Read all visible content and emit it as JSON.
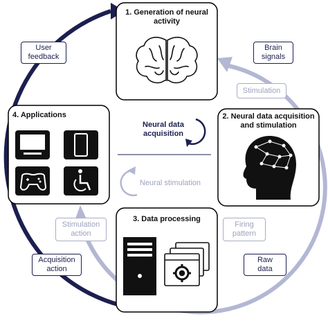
{
  "boxes": {
    "generation": "1. Generation of neural\nactivity",
    "acquisition": "2. Neural data acquisition\nand stimulation",
    "processing": "3. Data processing",
    "applications": "4. Applications"
  },
  "labels": {
    "user_feedback": "User\nfeedback",
    "brain_signals": "Brain\nsignals",
    "stimulation": "Stimulation",
    "stimulation_action": "Stimulation\naction",
    "firing_pattern": "Firing\npattern",
    "acquisition_action": "Acquisition\naction",
    "raw_data": "Raw\ndata"
  },
  "center": {
    "neural_data_acquisition": "Neural data\nacquisition",
    "neural_stimulation": "Neural stimulation"
  },
  "colors": {
    "dark_navy": "#1c1f4e",
    "light_lavender": "#b3b7d3",
    "box_border": "#000000",
    "icon_black": "#000000"
  },
  "icons": [
    "brain-icon",
    "head-electrode-icon",
    "monitor-icon",
    "tablet-icon",
    "gamepad-icon",
    "wheelchair-icon",
    "computer-tower-icon",
    "gear-window-icon"
  ]
}
